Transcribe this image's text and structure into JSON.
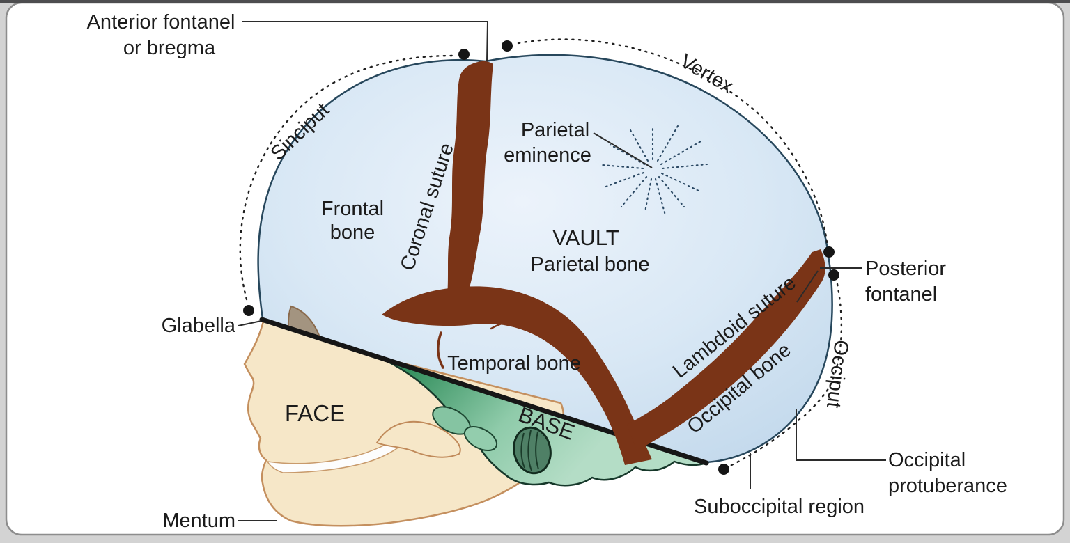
{
  "figure": {
    "title": "Fetal skull - lateral view diagram",
    "regions_shown": [
      "Sinciput",
      "Vertex",
      "Occiput",
      "VAULT",
      "FACE",
      "BASE",
      "Suboccipital region"
    ]
  },
  "labels": {
    "anterior_fontanel": [
      "Anterior fontanel",
      "or bregma"
    ],
    "sinciput": "Sinciput",
    "vertex": "Vertex",
    "parietal_eminence": [
      "Parietal",
      "eminence"
    ],
    "frontal_bone": [
      "Frontal",
      "bone"
    ],
    "coronal_suture": "Coronal suture",
    "vault": "VAULT",
    "parietal_bone": "Parietal bone",
    "lambdoid_suture": "Lambdoid suture",
    "posterior_fontanel": [
      "Posterior",
      "fontanel"
    ],
    "glabella": "Glabella",
    "occiput": "Occiput",
    "temporal_bone": "Temporal bone",
    "occipital_bone": "Occipital bone",
    "face": "FACE",
    "base": "BASE",
    "occipital_protuberance": [
      "Occipital",
      "protuberance"
    ],
    "suboccipital_region": "Suboccipital region",
    "mentum": "Mentum"
  },
  "colors": {
    "vault_blue": "#d9e8f5",
    "vault_edge": "#27475c",
    "suture_brown": "#7a3417",
    "base_green_dark": "#35905f",
    "base_green_light": "#b4ddc6",
    "face_beige": "#f6e7c8",
    "face_outline": "#c48f5e",
    "shade_grey": "#a39480",
    "ear_green": "#4f8066",
    "line_black": "#161616",
    "dot_black": "#151515",
    "text_color": "#1b1b1b",
    "panel_border": "#8d8d8d",
    "page_bg": "#d3d3d3",
    "top_bar": "#4d4d4f"
  }
}
